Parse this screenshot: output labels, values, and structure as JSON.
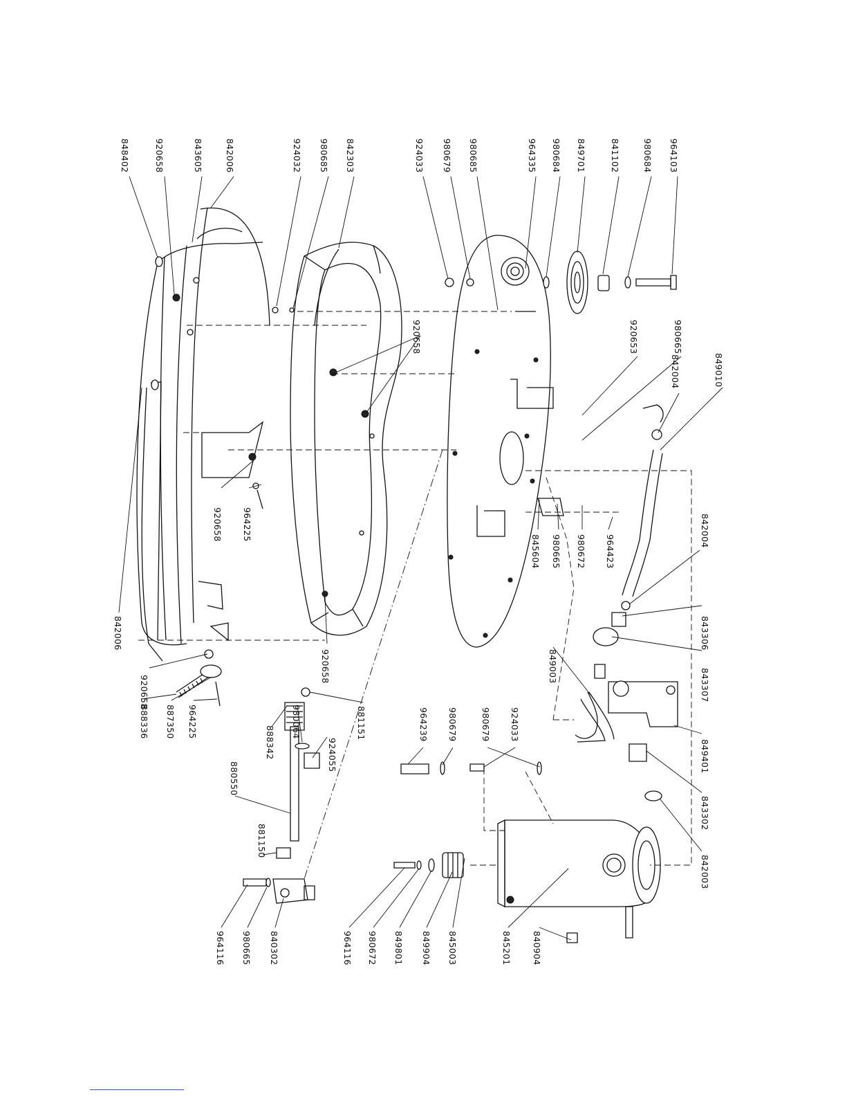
{
  "labels": {
    "p848402": "848402",
    "p920658_a": "920658",
    "p843605": "843605",
    "p842006_a": "842006",
    "p924032": "924032",
    "p980685_a": "980685",
    "p842303": "842303",
    "p924033_a": "924033",
    "p980679_a": "980679",
    "p980685_b": "980685",
    "p964335": "964335",
    "p980684_a": "980684",
    "p849701": "849701",
    "p841102": "841102",
    "p980684_b": "980684",
    "p964103": "964103",
    "p920658_b": "920658",
    "p980665_a": "980665",
    "p920653": "920653",
    "p842004_a": "842004",
    "p849010": "849010",
    "p920658_c": "920658",
    "p964225_a": "964225",
    "p842004_b": "842004",
    "p964423": "964423",
    "p980672_a": "980672",
    "p980665_b": "980665",
    "p845604": "845604",
    "p842006_b": "842006",
    "p920658_d": "920658",
    "p843306": "843306",
    "p843307": "843307",
    "p849003": "849003",
    "p849401": "849401",
    "p843302": "843302",
    "p842003": "842003",
    "p920658_e": "920658",
    "p888336": "888336",
    "p887350": "887350",
    "p964225_b": "964225",
    "p881151": "881151",
    "p924055": "924055",
    "p980064": "980064",
    "p888342": "888342",
    "p880550": "880550",
    "p881150": "881150",
    "p840302": "840302",
    "p980665_c": "980665",
    "p964116_a": "964116",
    "p924033_b": "924033",
    "p980679_b": "980679",
    "p980679_c": "980679",
    "p964239": "964239",
    "p845201": "845201",
    "p840904": "840904",
    "p845003": "845003",
    "p849904": "849904",
    "p849801": "849801",
    "p980672_b": "980672",
    "p964116_b": "964116"
  }
}
